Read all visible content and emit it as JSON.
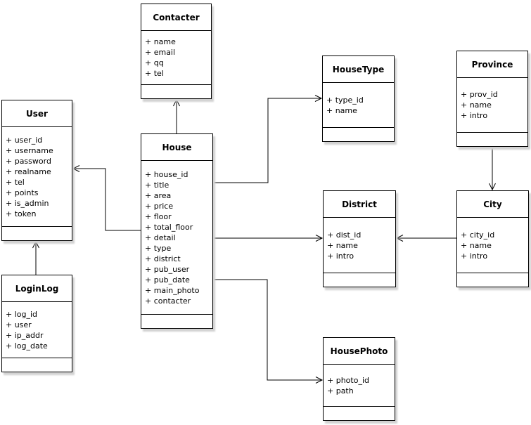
{
  "diagram": {
    "type": "uml-class-diagram",
    "classes": [
      {
        "id": "contacter",
        "name": "Contacter",
        "attributes": [
          "+ name",
          "+ email",
          "+ qq",
          "+ tel"
        ]
      },
      {
        "id": "user",
        "name": "User",
        "attributes": [
          "+ user_id",
          "+ username",
          "+ password",
          "+ realname",
          "+ tel",
          "+ points",
          "+ is_admin",
          "+ token"
        ]
      },
      {
        "id": "house",
        "name": "House",
        "attributes": [
          "+ house_id",
          "+ title",
          "+ area",
          "+ price",
          "+ floor",
          "+ total_floor",
          "+ detail",
          "+ type",
          "+ district",
          "+ pub_user",
          "+ pub_date",
          "+ main_photo",
          "+ contacter"
        ]
      },
      {
        "id": "housetype",
        "name": "HouseType",
        "attributes": [
          "+ type_id",
          "+ name"
        ]
      },
      {
        "id": "province",
        "name": "Province",
        "attributes": [
          "+ prov_id",
          "+ name",
          "+ intro"
        ]
      },
      {
        "id": "district",
        "name": "District",
        "attributes": [
          "+ dist_id",
          "+ name",
          "+ intro"
        ]
      },
      {
        "id": "city",
        "name": "City",
        "attributes": [
          "+ city_id",
          "+ name",
          "+ intro"
        ]
      },
      {
        "id": "loginlog",
        "name": "LoginLog",
        "attributes": [
          "+ log_id",
          "+ user",
          "+ ip_addr",
          "+ log_date"
        ]
      },
      {
        "id": "housephoto",
        "name": "HousePhoto",
        "attributes": [
          "+ photo_id",
          "+ path"
        ]
      }
    ],
    "relations": [
      {
        "from": "House",
        "to": "Contacter"
      },
      {
        "from": "House",
        "to": "User"
      },
      {
        "from": "LoginLog",
        "to": "User"
      },
      {
        "from": "House",
        "to": "HouseType"
      },
      {
        "from": "House",
        "to": "District"
      },
      {
        "from": "City",
        "to": "District"
      },
      {
        "from": "Province",
        "to": "City"
      },
      {
        "from": "House",
        "to": "HousePhoto"
      }
    ]
  },
  "colors": {
    "background": "#ffffff",
    "box_fill": "#ffffff",
    "line": "#000000",
    "text": "#000000",
    "shadow": "#d2d2d2"
  }
}
